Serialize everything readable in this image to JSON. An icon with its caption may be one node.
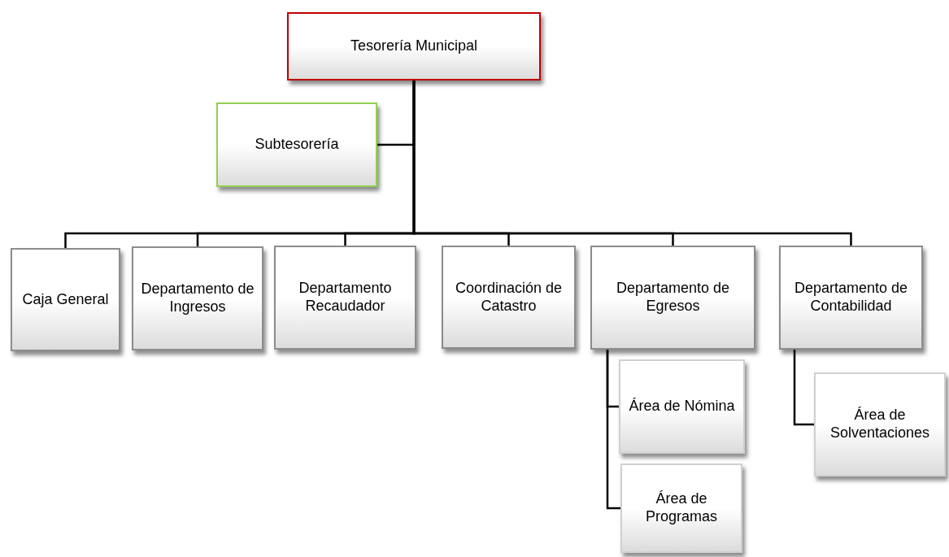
{
  "diagram": {
    "nodes": [
      {
        "text": [
          "Tesorería Municipal"
        ]
      },
      {
        "text": [
          "Subtesorería"
        ]
      },
      {
        "text": [
          "Caja General"
        ]
      },
      {
        "text": [
          "Departamento de Ingresos"
        ]
      },
      {
        "text": [
          "Departamento Recaudador"
        ]
      },
      {
        "text": [
          "Coordinación de Catastro"
        ]
      },
      {
        "text": [
          "Departamento de Egresos"
        ]
      },
      {
        "text": [
          "Departamento de Contabilidad"
        ]
      },
      {
        "text": [
          "Área de Nómina"
        ]
      },
      {
        "text": [
          "Área de Programas"
        ]
      },
      {
        "text": [
          "Área de Solventaciones"
        ]
      }
    ],
    "edges": [
      {
        "from": 0,
        "to": 1,
        "arrow": "none"
      },
      {
        "from": 0,
        "to": 2,
        "arrow": "none"
      },
      {
        "from": 0,
        "to": 3,
        "arrow": "none"
      },
      {
        "from": 0,
        "to": 4,
        "arrow": "none"
      },
      {
        "from": 0,
        "to": 5,
        "arrow": "none"
      },
      {
        "from": 0,
        "to": 6,
        "arrow": "none"
      },
      {
        "from": 0,
        "to": 7,
        "arrow": "none"
      },
      {
        "from": 6,
        "to": 8,
        "arrow": "none"
      },
      {
        "from": 6,
        "to": 9,
        "arrow": "none"
      },
      {
        "from": 7,
        "to": 10,
        "arrow": "none"
      }
    ]
  }
}
